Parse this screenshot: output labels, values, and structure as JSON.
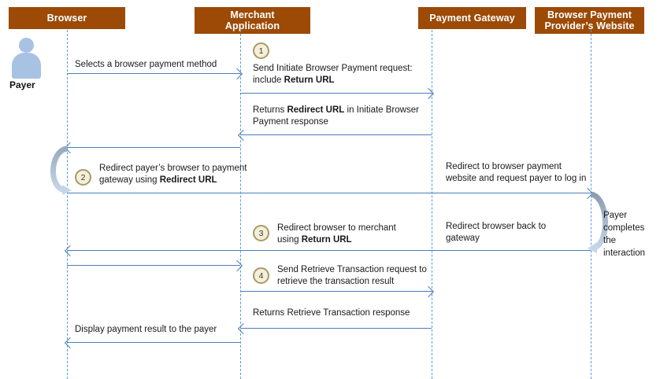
{
  "diagram": {
    "title": "Browser Payment Sequence Diagram",
    "type": "sequence-diagram",
    "colors": {
      "participant_header": "#9c4a06",
      "lifeline": "#5b9bd5",
      "arrow": "#4a7ebb",
      "step_badge_fill": "#f3efdb",
      "step_badge_border": "#a79a64",
      "actor": "#a8c2e4"
    }
  },
  "participants": [
    {
      "id": "browser",
      "label": "Browser"
    },
    {
      "id": "merchant",
      "label": "Merchant\nApplication"
    },
    {
      "id": "gateway",
      "label": "Payment Gateway"
    },
    {
      "id": "provider",
      "label": "Browser Payment\nProvider’s Website"
    }
  ],
  "actor": {
    "label": "Payer",
    "icon": "person-icon"
  },
  "messages": [
    {
      "index": 0,
      "from": "browser",
      "to": "merchant",
      "direction": "right",
      "label": "Selects a browser payment method",
      "step": null
    },
    {
      "index": 1,
      "from": "merchant",
      "to": "gateway",
      "direction": "right",
      "label_plain": "Send Initiate Browser Payment request: include Return URL",
      "label_line1": "Send Initiate Browser Payment request:",
      "label_line2_prefix": "include ",
      "label_line2_bold": "Return URL",
      "step": "1"
    },
    {
      "index": 2,
      "from": "gateway",
      "to": "merchant",
      "direction": "left",
      "label_plain": "Returns Redirect URL in Initiate Browser Payment response",
      "label_pre": "Returns ",
      "label_bold": "Redirect URL",
      "label_post": " in Initiate Browser\nPayment response",
      "step": null
    },
    {
      "index": 3,
      "from": "merchant",
      "to": "browser",
      "direction": "left",
      "label": "",
      "step": null
    },
    {
      "index": 4,
      "from": "browser",
      "to": "provider",
      "direction": "right",
      "label_plain": "Redirect payer’s browser to payment gateway using Redirect URL",
      "label_line1": "Redirect payer’s browser to payment",
      "label_line2_prefix": "gateway using ",
      "label_line2_bold": "Redirect URL",
      "step": "2",
      "secondary_label": "Redirect to browser payment\nwebsite and request payer to log in"
    },
    {
      "index": 5,
      "from": "provider",
      "to": "browser",
      "direction": "left",
      "label_plain": "Redirect browser to merchant using Return URL",
      "label_line1": "Redirect browser to merchant",
      "label_line2_prefix": "using ",
      "label_line2_bold": "Return URL",
      "step": "3",
      "secondary_label": "Redirect browser back to\ngateway"
    },
    {
      "index": 6,
      "from": "browser",
      "to": "merchant",
      "direction": "right",
      "label": "",
      "step": null
    },
    {
      "index": 7,
      "from": "merchant",
      "to": "gateway",
      "direction": "right",
      "label_plain": "Send Retrieve Transaction request to retrieve the transaction result",
      "label_line1": "Send Retrieve Transaction request to",
      "label_line2": "retrieve the transaction result",
      "step": "4"
    },
    {
      "index": 8,
      "from": "gateway",
      "to": "merchant",
      "direction": "left",
      "label": "Returns Retrieve Transaction response",
      "step": null
    },
    {
      "index": 9,
      "from": "merchant",
      "to": "browser",
      "direction": "left",
      "label": "Display payment result to the payer",
      "step": null
    }
  ],
  "annotations": {
    "payer_completes": "Payer\ncompletes\nthe\ninteraction"
  }
}
